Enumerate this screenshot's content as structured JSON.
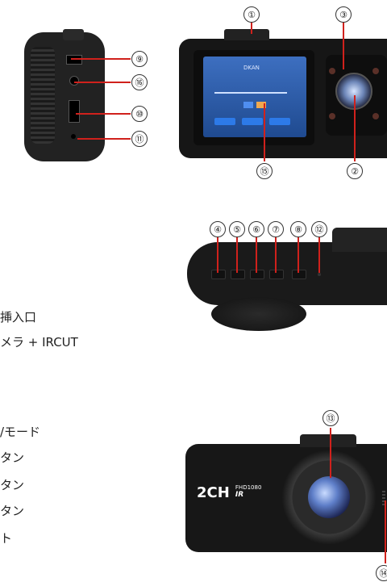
{
  "callouts": {
    "c1": "①",
    "c2": "②",
    "c3": "③",
    "c4": "④",
    "c5": "⑤",
    "c6": "⑥",
    "c7": "⑦",
    "c8": "⑧",
    "c9": "⑨",
    "c10": "⑩",
    "c11": "⑪",
    "c12": "⑫",
    "c13": "⑬",
    "c14": "⑭",
    "c15": "⑮",
    "c16": "⑯"
  },
  "legend": {
    "l1": "挿入口",
    "l2": "メラ + IRCUT",
    "l3": "/モード",
    "l4": "タン",
    "l5": "タン",
    "l6": "タン",
    "l7": "ト"
  },
  "screen": {
    "brand": "DKAN",
    "menu_buttons": [
      "",
      "",
      ""
    ]
  },
  "front_badge": {
    "big": "2CH",
    "small_top": "FHD1080",
    "small_bottom": "IR"
  },
  "colors": {
    "leader": "#d0211c",
    "body": "#1b1b1b",
    "screen": "#2b5aa8"
  }
}
